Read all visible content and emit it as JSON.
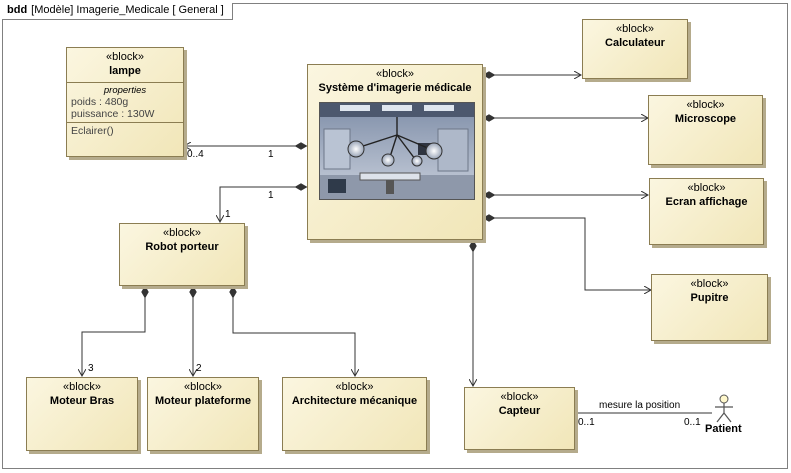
{
  "diagram": {
    "kind": "bdd",
    "header": "[Modèle] Imagerie_Medicale [ General ]"
  },
  "stereotype": "«block»",
  "blocks": {
    "lampe": {
      "name": "lampe",
      "properties_title": "properties",
      "properties": [
        "poids : 480g",
        "puissance : 130W"
      ],
      "operations": [
        "Eclairer()"
      ]
    },
    "systeme": {
      "name": "Système d'imagerie médicale"
    },
    "calculateur": {
      "name": "Calculateur"
    },
    "microscope": {
      "name": "Microscope"
    },
    "ecran": {
      "name": "Ecran affichage"
    },
    "pupitre": {
      "name": "Pupitre"
    },
    "robot": {
      "name": "Robot porteur"
    },
    "moteur_bras": {
      "name": "Moteur Bras"
    },
    "moteur_plateforme": {
      "name": "Moteur plateforme"
    },
    "architecture": {
      "name": "Architecture mécanique"
    },
    "capteur": {
      "name": "Capteur"
    }
  },
  "actor": {
    "name": "Patient"
  },
  "multiplicities": {
    "lampe_end": "0..4",
    "lampe_sys_end": "1",
    "robot_sys_end": "1",
    "robot_end": "1",
    "moteur_bras": "3",
    "moteur_plateforme": "2",
    "capteur_end": "0..1",
    "patient_end": "0..1"
  },
  "association_label": "mesure la position"
}
